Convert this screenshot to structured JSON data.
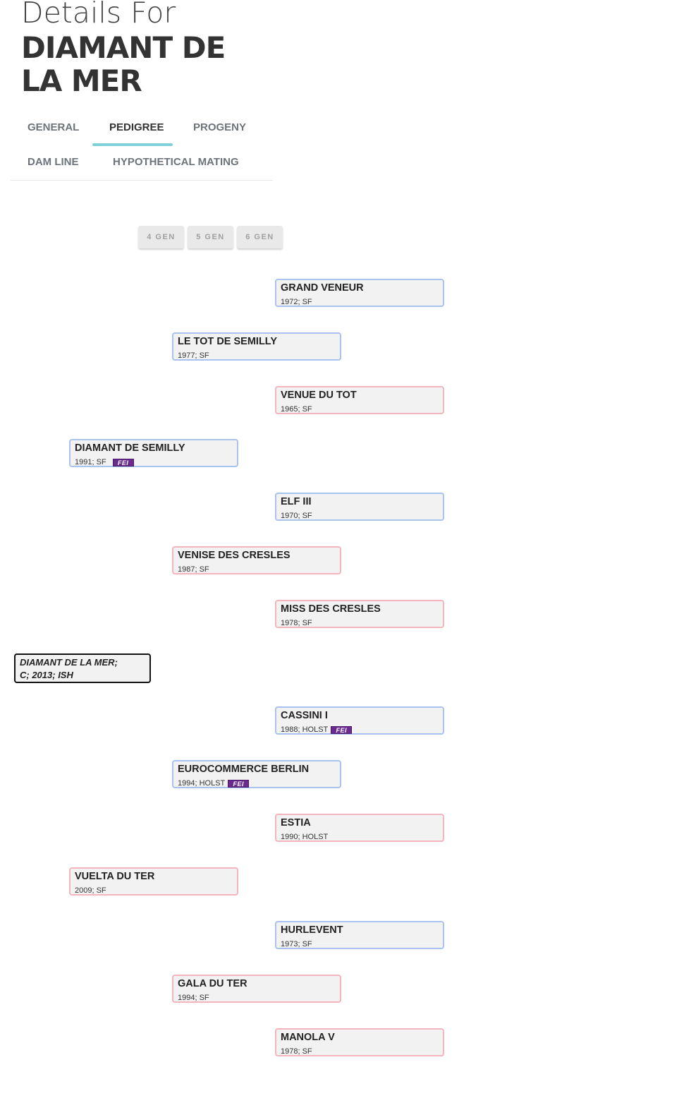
{
  "header": {
    "subtitle": "Details For",
    "title": "DIAMANT DE LA MER"
  },
  "tabs": [
    {
      "label": "GENERAL",
      "active": false
    },
    {
      "label": "PEDIGREE",
      "active": true
    },
    {
      "label": "PROGENY",
      "active": false
    },
    {
      "label": "DAM LINE",
      "active": false
    },
    {
      "label": "HYPOTHETICAL MATING",
      "active": false
    }
  ],
  "generation_buttons": [
    "4 GEN",
    "5 GEN",
    "6 GEN"
  ],
  "subject": {
    "line1": "DIAMANT DE LA MER;",
    "line2": "C; 2013; ISH"
  },
  "pedigree": [
    {
      "name": "GRAND VENEUR",
      "info": "1972; SF",
      "fei": false,
      "sex": "stallion"
    },
    {
      "name": "LE TOT DE SEMILLY",
      "info": "1977; SF",
      "fei": false,
      "sex": "stallion"
    },
    {
      "name": "VENUE DU TOT",
      "info": "1965; SF",
      "fei": false,
      "sex": "mare"
    },
    {
      "name": "DIAMANT DE SEMILLY",
      "info": "1991; SF",
      "fei": true,
      "sex": "stallion"
    },
    {
      "name": "ELF III",
      "info": "1970; SF",
      "fei": false,
      "sex": "stallion"
    },
    {
      "name": "VENISE DES CRESLES",
      "info": "1987; SF",
      "fei": false,
      "sex": "mare"
    },
    {
      "name": "MISS DES CRESLES",
      "info": "1978; SF",
      "fei": false,
      "sex": "mare"
    },
    {
      "name": "CASSINI I",
      "info": "1988; HOLST",
      "fei": true,
      "sex": "stallion"
    },
    {
      "name": "EUROCOMMERCE BERLIN",
      "info": "1994; HOLST",
      "fei": true,
      "sex": "stallion"
    },
    {
      "name": "ESTIA",
      "info": "1990; HOLST",
      "fei": false,
      "sex": "mare"
    },
    {
      "name": "VUELTA DU TER",
      "info": "2009; SF",
      "fei": false,
      "sex": "mare"
    },
    {
      "name": "HURLEVENT",
      "info": "1973; SF",
      "fei": false,
      "sex": "stallion"
    },
    {
      "name": "GALA DU TER",
      "info": "1994; SF",
      "fei": false,
      "sex": "mare"
    },
    {
      "name": "MANOLA V",
      "info": "1978; SF",
      "fei": false,
      "sex": "mare"
    }
  ],
  "fei_badge_text": "FEI",
  "colors": {
    "stallion_border": "#a9c3ef",
    "mare_border": "#f2b6bc",
    "active_tab_underline": "#7fd0d8",
    "fei_badge": "#6b2a8e"
  }
}
